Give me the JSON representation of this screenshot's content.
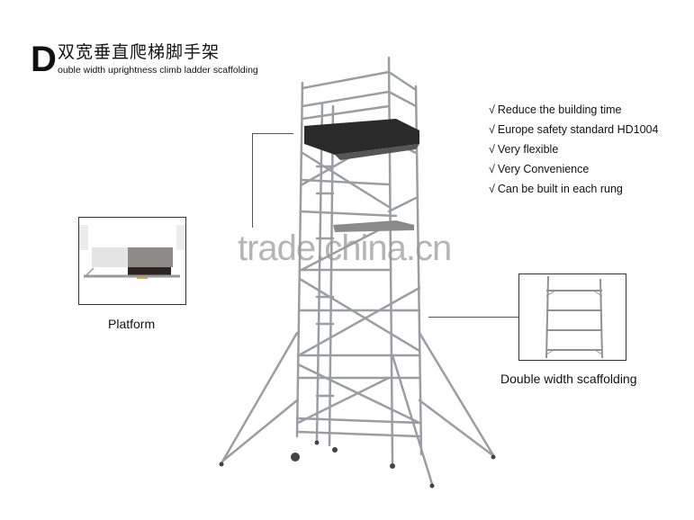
{
  "header": {
    "initial": "D",
    "title_cn": "双宽垂直爬梯脚手架",
    "title_en": "ouble width uprightness climb ladder scaffolding"
  },
  "features": {
    "check_icon": "√",
    "items": [
      {
        "label": "Reduce the building time"
      },
      {
        "label": "Europe safety standard HD1004"
      },
      {
        "label": "Very flexible"
      },
      {
        "label": "Very Convenience"
      },
      {
        "label": "Can be built in each rung"
      }
    ]
  },
  "callouts": {
    "platform": {
      "caption": "Platform"
    },
    "frame": {
      "caption": "Double width scaffolding"
    }
  },
  "watermark": "trade.china.cn",
  "colors": {
    "tube": "#9a9ea3",
    "deck": "#2a2a2a",
    "line": "#555555"
  }
}
